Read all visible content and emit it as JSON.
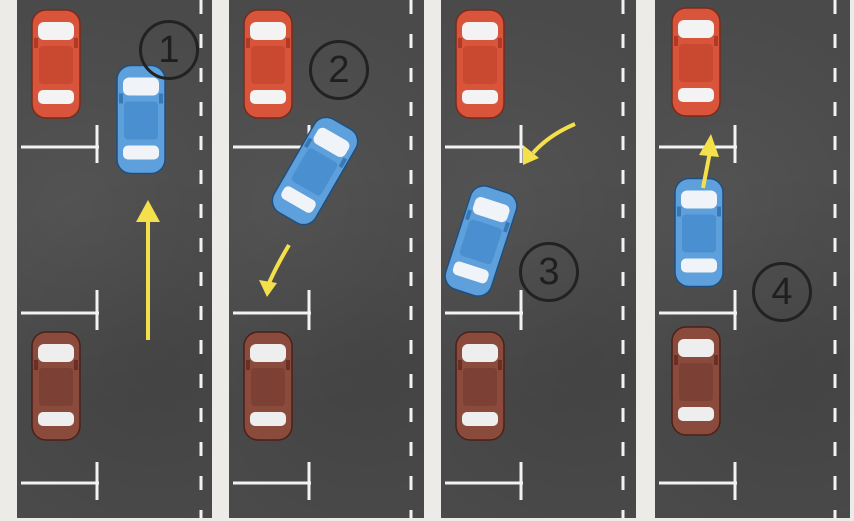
{
  "colors": {
    "asphalt": "#4a4a4a",
    "lane_marking": "#f2f2f2",
    "parked_car_front": "#d8543a",
    "parked_car_rear": "#8a4a3c",
    "moving_car": "#5ea0dc",
    "arrow": "#f4e04a",
    "badge_stroke": "#222222"
  },
  "steps": [
    {
      "number": "1"
    },
    {
      "number": "2"
    },
    {
      "number": "3"
    },
    {
      "number": "4"
    }
  ]
}
